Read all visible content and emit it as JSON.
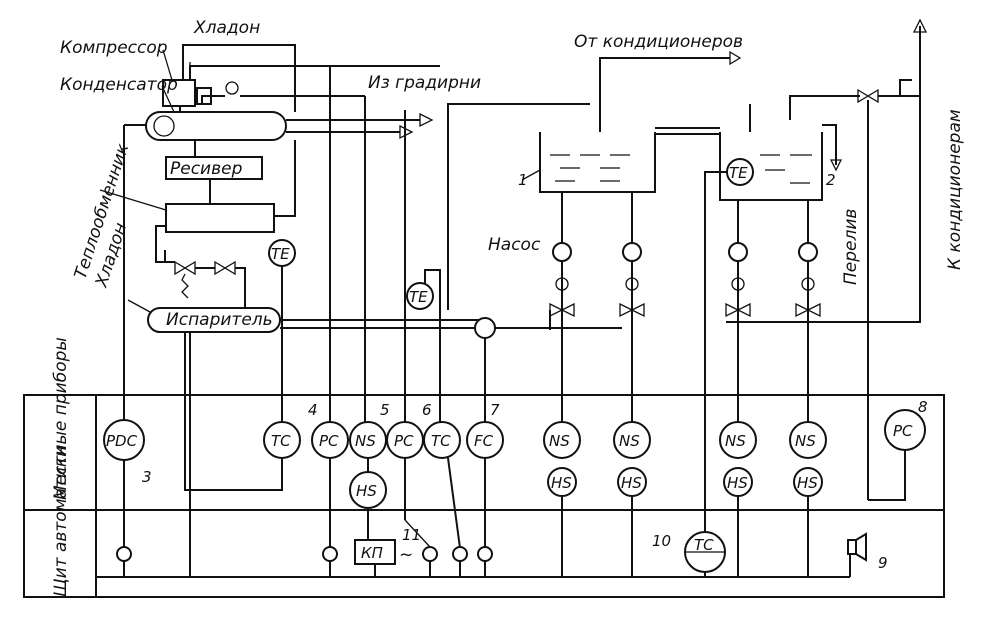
{
  "labels": {
    "compressor": "Компрессор",
    "condenser": "Конденсатор",
    "freon_top": "Хладон",
    "from_cooling_tower": "Из градирни",
    "from_conditioners": "От кондиционеров",
    "receiver": "Ресивер",
    "heat_exchanger": "Теплообменник",
    "freon_side": "Хладон",
    "evaporator": "Испаритель",
    "pump": "Насос",
    "overflow": "Перелив",
    "to_conditioners": "К кондиционерам",
    "local_instruments": "Местные приборы",
    "automation_panel": "Щит автоматики",
    "kp_box": "КП",
    "ac_symbol": "~"
  },
  "instruments": {
    "pdc": "PDC",
    "te_a": "TE",
    "te_b": "TE",
    "te_c": "TE",
    "tc_1": "TC",
    "pc_4": "PC",
    "ns_1": "NS",
    "pc_5": "PC",
    "tc_6": "TC",
    "fc_7": "FC",
    "hs_1": "HS",
    "ns_2": "NS",
    "hs_2": "HS",
    "ns_3": "NS",
    "hs_3": "HS",
    "ns_4": "NS",
    "hs_4": "HS",
    "ns_5": "NS",
    "hs_5": "HS",
    "pc_8": "PC",
    "tc_10": "TC"
  },
  "numbers": {
    "n1": "1",
    "n2": "2",
    "n3": "3",
    "n4": "4",
    "n5": "5",
    "n6": "6",
    "n7": "7",
    "n8": "8",
    "n9": "9",
    "n10": "10",
    "n11": "11"
  }
}
